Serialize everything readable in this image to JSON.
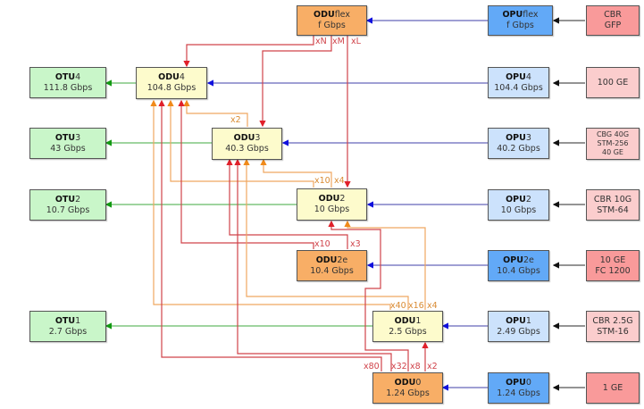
{
  "colors": {
    "otu_fill": "#c9f6c9",
    "odu_fill": "#fdfbcc",
    "odu_special_fill": "#f8ae66",
    "opu_fill": "#cce2fc",
    "opu_special_fill": "#62a9f7",
    "client_fill": "#fbcdcd",
    "client_special_fill": "#f99a9a",
    "red_wire": "#d0434a",
    "orange_wire": "#efa660",
    "blue_wire": "#3333cc",
    "green_wire": "#44aa44"
  },
  "nodes": {
    "oduflex": {
      "prefix": "ODU",
      "suffix": "flex",
      "rate": "f Gbps"
    },
    "opuflex": {
      "prefix": "OPU",
      "suffix": "flex",
      "rate": "f Gbps"
    },
    "client_flex": {
      "lines": [
        "CBR",
        "GFP"
      ]
    },
    "otu4": {
      "prefix": "OTU",
      "suffix": "4",
      "rate": "111.8 Gbps"
    },
    "odu4": {
      "prefix": "ODU",
      "suffix": "4",
      "rate": "104.8 Gbps"
    },
    "opu4": {
      "prefix": "OPU",
      "suffix": "4",
      "rate": "104.4 Gbps"
    },
    "client_4": {
      "lines": [
        "100 GE"
      ]
    },
    "otu3": {
      "prefix": "OTU",
      "suffix": "3",
      "rate": "43 Gbps"
    },
    "odu3": {
      "prefix": "ODU",
      "suffix": "3",
      "rate": "40.3 Gbps"
    },
    "opu3": {
      "prefix": "OPU",
      "suffix": "3",
      "rate": "40.2 Gbps"
    },
    "client_3": {
      "lines": [
        "CBG 40G",
        "STM-256",
        "40 GE"
      ]
    },
    "otu2": {
      "prefix": "OTU",
      "suffix": "2",
      "rate": "10.7 Gbps"
    },
    "odu2": {
      "prefix": "ODU",
      "suffix": "2",
      "rate": "10 Gbps"
    },
    "opu2": {
      "prefix": "OPU",
      "suffix": "2",
      "rate": "10 Gbps"
    },
    "client_2": {
      "lines": [
        "CBR 10G",
        "STM-64"
      ]
    },
    "odu2e": {
      "prefix": "ODU",
      "suffix": "2e",
      "rate": "10.4 Gbps"
    },
    "opu2e": {
      "prefix": "OPU",
      "suffix": "2e",
      "rate": "10.4 Gbps"
    },
    "client_2e": {
      "lines": [
        "10 GE",
        "FC 1200"
      ]
    },
    "otu1": {
      "prefix": "OTU",
      "suffix": "1",
      "rate": "2.7 Gbps"
    },
    "odu1": {
      "prefix": "ODU",
      "suffix": "1",
      "rate": "2.5 Gbps"
    },
    "opu1": {
      "prefix": "OPU",
      "suffix": "1",
      "rate": "2.49 Gbps"
    },
    "client_1": {
      "lines": [
        "CBR 2.5G",
        "STM-16"
      ]
    },
    "odu0": {
      "prefix": "ODU",
      "suffix": "0",
      "rate": "1.24 Gbps"
    },
    "opu0": {
      "prefix": "OPU",
      "suffix": "0",
      "rate": "1.24 Gbps"
    },
    "client_0": {
      "lines": [
        "1 GE"
      ]
    }
  },
  "multiplex_labels": {
    "oduflex": [
      "xN",
      "xM",
      "xL"
    ],
    "odu3_to_odu4": "x2",
    "odu2": [
      "x10",
      "x4"
    ],
    "odu2e": [
      "x10",
      "x3"
    ],
    "odu1": [
      "x40",
      "x16",
      "x4"
    ],
    "odu0": [
      "x80",
      "x32",
      "x8",
      "x2"
    ]
  }
}
